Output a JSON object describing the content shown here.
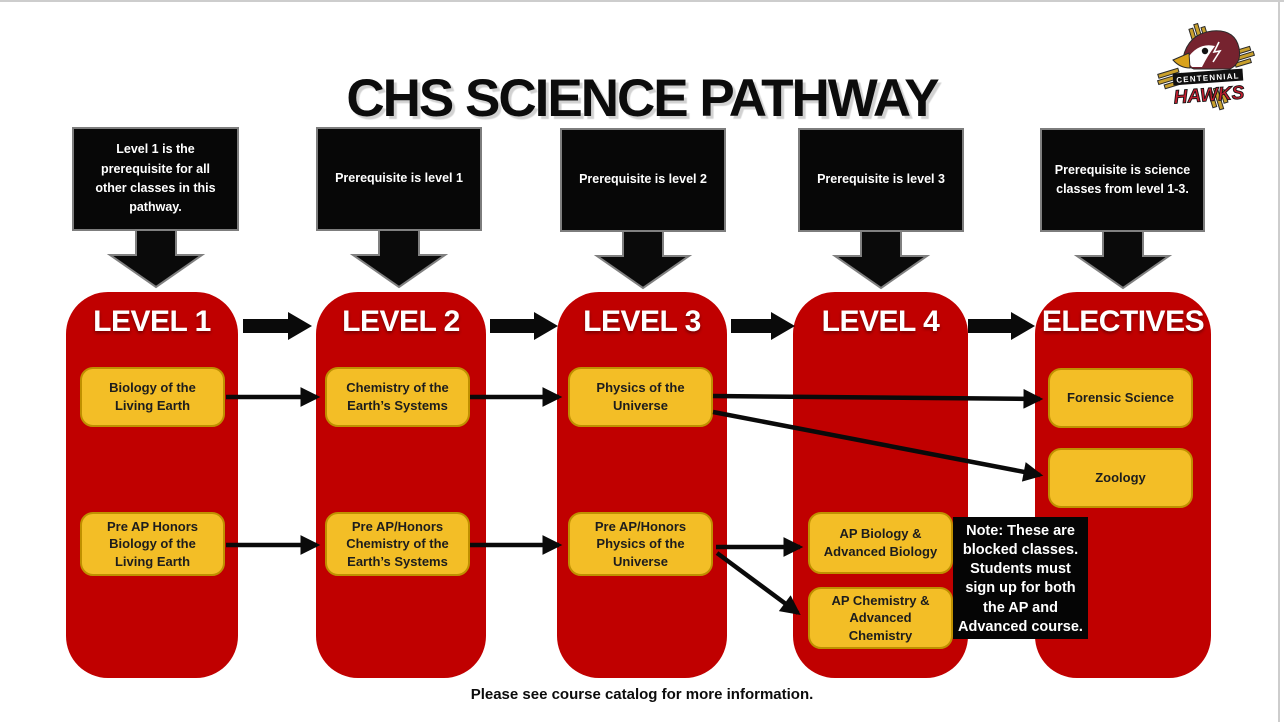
{
  "page": {
    "title": "CHS SCIENCE PATHWAY",
    "footer": "Please see course catalog for more information."
  },
  "logo": {
    "school": "CENTENNIAL",
    "mascot": "HAWKS"
  },
  "callouts": [
    {
      "text": "Level 1 is the prerequisite for all other classes in this pathway."
    },
    {
      "text": "Prerequisite is level 1"
    },
    {
      "text": "Prerequisite is level 2"
    },
    {
      "text": "Prerequisite is level 3"
    },
    {
      "text": "Prerequisite is science classes from level 1-3."
    }
  ],
  "columns": [
    {
      "title": "LEVEL 1",
      "courses": [
        {
          "label": "Biology of the Living Earth"
        },
        {
          "label": "Pre AP Honors Biology of the Living Earth"
        }
      ]
    },
    {
      "title": "LEVEL 2",
      "courses": [
        {
          "label": "Chemistry of the Earth’s Systems"
        },
        {
          "label": "Pre AP/Honors Chemistry of the Earth’s Systems"
        }
      ]
    },
    {
      "title": "LEVEL 3",
      "courses": [
        {
          "label": "Physics of the Universe"
        },
        {
          "label": "Pre AP/Honors Physics of the Universe"
        }
      ]
    },
    {
      "title": "LEVEL 4",
      "courses": [
        {
          "label": "AP Biology & Advanced Biology"
        },
        {
          "label": "AP Chemistry & Advanced Chemistry"
        }
      ]
    },
    {
      "title": "ELECTIVES",
      "courses": [
        {
          "label": "Forensic Science"
        },
        {
          "label": "Zoology"
        }
      ]
    }
  ],
  "note": {
    "text": "Note: These are blocked classes. Students must sign up for both the AP and Advanced course."
  },
  "colors": {
    "column_red": "#C00000",
    "course_gold": "#F3BE26",
    "course_gold_border": "#BF9000",
    "callout_black": "#070707",
    "arrow_black": "#0A0A0A"
  }
}
